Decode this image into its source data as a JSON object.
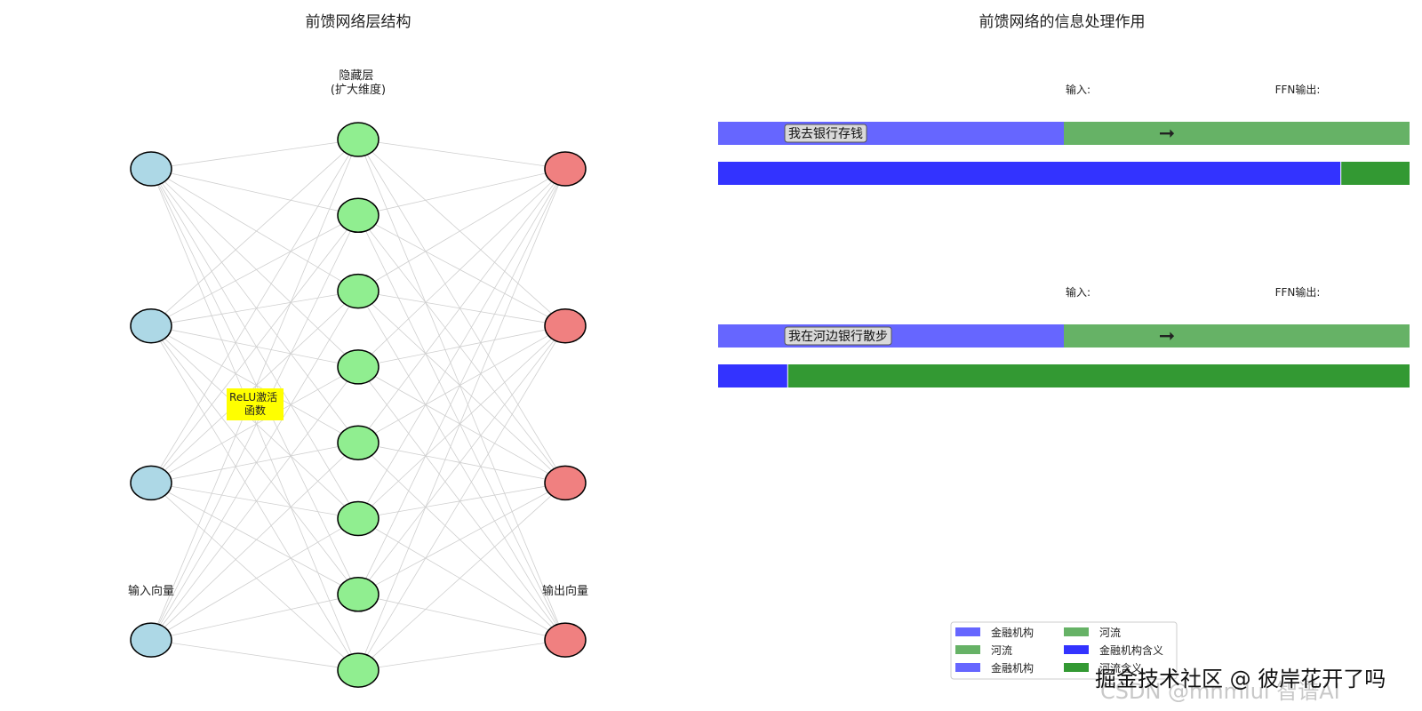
{
  "left_panel": {
    "title": "前馈网络层结构",
    "hidden_label": "隐藏层\n(扩大维度)",
    "input_label": "输入向量",
    "output_label": "输出向量",
    "activation_label": "ReLU激活\n函数",
    "colors": {
      "input": "#add8e6",
      "hidden": "#90ee90",
      "output": "#f08080",
      "activation_box": "#ffff00",
      "edges": "#cfcfcf"
    },
    "layers": {
      "input_count": 4,
      "hidden_count": 8,
      "output_count": 4
    }
  },
  "right_panel": {
    "title": "前馈网络的信息处理作用",
    "examples": [
      {
        "sentence": "我去银行存钱",
        "input_label": "输入:",
        "output_label": "FFN输出:",
        "arrow": "➞",
        "output_split": 0.9
      },
      {
        "sentence": "我在河边银行散步",
        "input_label": "输入:",
        "output_label": "FFN输出:",
        "arrow": "➞",
        "output_split": 0.1
      }
    ],
    "colors": {
      "finance_input": "#6666ff",
      "river_input": "#66b266",
      "finance_meaning": "#3333ff",
      "river_meaning": "#339933"
    },
    "legend": {
      "items": [
        {
          "label": "金融机构",
          "color": "#6666ff"
        },
        {
          "label": "河流",
          "color": "#66b266"
        },
        {
          "label": "河流",
          "color": "#66b266"
        },
        {
          "label": "金融机构含义",
          "color": "#3333ff"
        },
        {
          "label": "金融机构",
          "color": "#6666ff"
        },
        {
          "label": "河流含义",
          "color": "#339933"
        }
      ]
    }
  },
  "watermark": {
    "primary": "掘金技术社区 @ 彼岸花开了吗",
    "secondary": "CSDN @mnmlui 智谱AI"
  }
}
